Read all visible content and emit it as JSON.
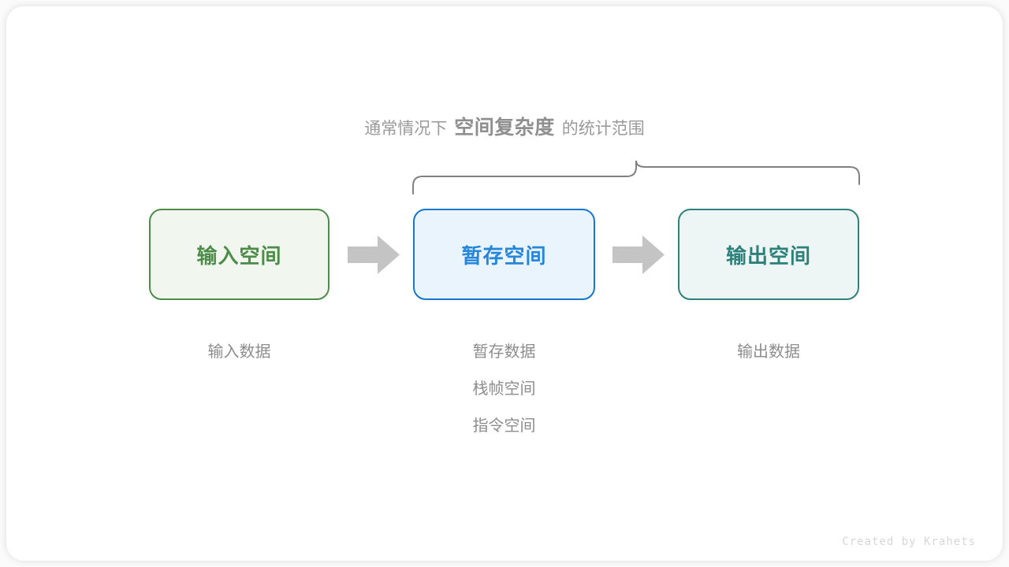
{
  "figure": {
    "heading": {
      "prefix": "通常情况下",
      "emphasis": "空间复杂度",
      "suffix": "的统计范围"
    },
    "brace": {
      "icon_name": "curly-brace-top",
      "color": "#808080",
      "spans_nodes": [
        "暂存空间",
        "输出空间"
      ]
    },
    "nodes": [
      {
        "id": "input",
        "label": "输入空间",
        "border_color": "#4d8c48",
        "fill_color": "#f1f7ef",
        "text_color": "#4d8c48"
      },
      {
        "id": "temp",
        "label": "暂存空间",
        "border_color": "#1677cc",
        "fill_color": "#e9f4fc",
        "text_color": "#2586da"
      },
      {
        "id": "output",
        "label": "输出空间",
        "border_color": "#2e807b",
        "fill_color": "#edf6f4",
        "text_color": "#2e807b"
      }
    ],
    "arrows": [
      {
        "id": "arrow-1",
        "icon_name": "arrow-right-icon",
        "color": "#c4c4c4"
      },
      {
        "id": "arrow-2",
        "icon_name": "arrow-right-icon",
        "color": "#c4c4c4"
      }
    ],
    "captions": [
      {
        "id": "input",
        "lines": [
          "输入数据"
        ]
      },
      {
        "id": "temp",
        "lines": [
          "暂存数据",
          "栈帧空间",
          "指令空间"
        ]
      },
      {
        "id": "output",
        "lines": [
          "输出数据"
        ]
      }
    ],
    "watermark": "Created by Krahets"
  }
}
